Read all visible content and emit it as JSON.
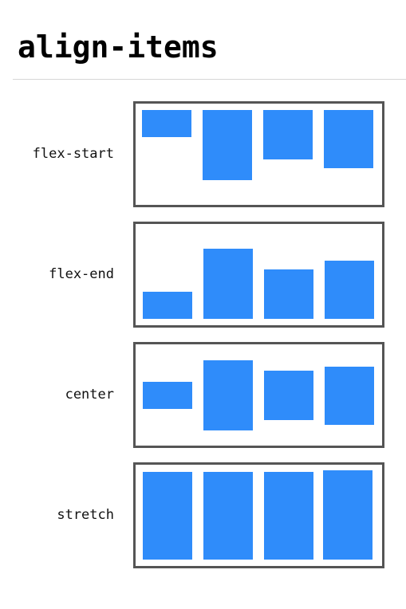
{
  "title": "align-items",
  "colors": {
    "item": "#2f8cfa",
    "box_border": "#555555",
    "rule": "#d6d6d6"
  },
  "rows": [
    {
      "label": "flex-start",
      "align": "flex-start"
    },
    {
      "label": "flex-end",
      "align": "flex-end"
    },
    {
      "label": "center",
      "align": "center"
    },
    {
      "label": "stretch",
      "align": "stretch"
    }
  ]
}
